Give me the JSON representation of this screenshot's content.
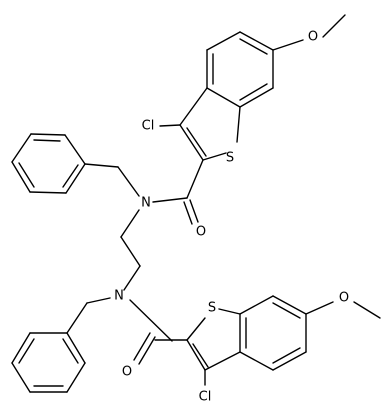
{
  "molecule": {
    "atoms": {
      "cl_top": "Cl",
      "s_top": "S",
      "o_methoxy_top": "O",
      "o_carbonyl_top": "O",
      "n_top": "N",
      "n_bottom": "N",
      "s_bottom": "S",
      "o_methoxy_bottom": "O",
      "o_carbonyl_bottom": "O",
      "cl_bottom": "Cl"
    },
    "colors": {
      "bond": "#000000",
      "text": "#000000",
      "background": "#ffffff"
    }
  }
}
